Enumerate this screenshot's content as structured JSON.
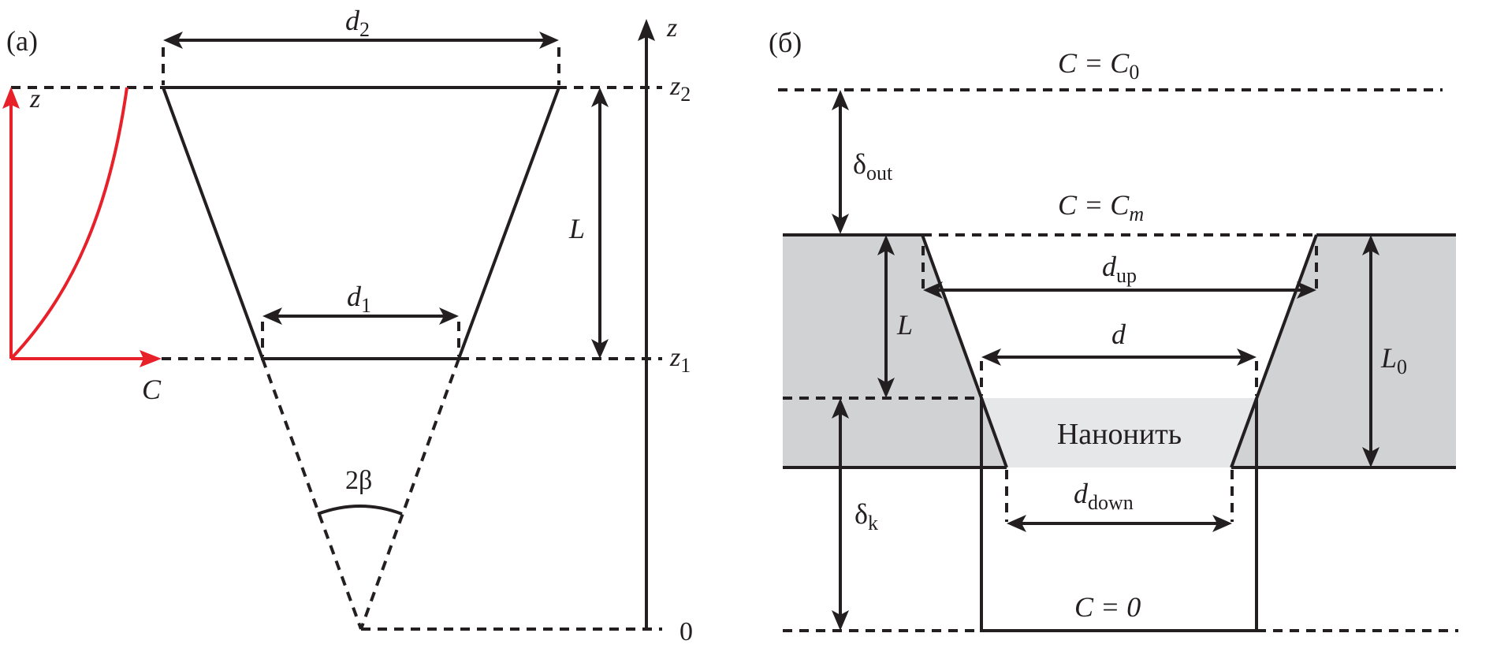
{
  "colors": {
    "ink": "#231f20",
    "red": "#e8202a",
    "membrane": "#d1d2d4",
    "nanowire": "#e6e7e9"
  },
  "panel_a": {
    "tag": "(a)",
    "labels": {
      "d2": {
        "main": "d",
        "sub": "2"
      },
      "d1": {
        "main": "d",
        "sub": "1"
      },
      "L": "L",
      "angle": "2β",
      "axis_z": "z",
      "z2": {
        "main": "z",
        "sub": "2"
      },
      "z1": {
        "main": "z",
        "sub": "1"
      },
      "zero": "0",
      "inset_z": "z",
      "inset_C": "C"
    }
  },
  "panel_b": {
    "tag": "(б)",
    "labels": {
      "c0": {
        "main": "C = C",
        "sub": "0"
      },
      "cm": {
        "main": "C = C",
        "sub": "m"
      },
      "c_zero": "C = 0",
      "delta_out": {
        "main": "δ",
        "sub": "out"
      },
      "delta_k": {
        "main": "δ",
        "sub": "k"
      },
      "L": "L",
      "L0": {
        "main": "L",
        "sub": "0"
      },
      "d_up": {
        "main": "d",
        "sub": "up"
      },
      "d": "d",
      "d_down": {
        "main": "d",
        "sub": "down"
      },
      "nanowire": "Нанонить"
    }
  }
}
